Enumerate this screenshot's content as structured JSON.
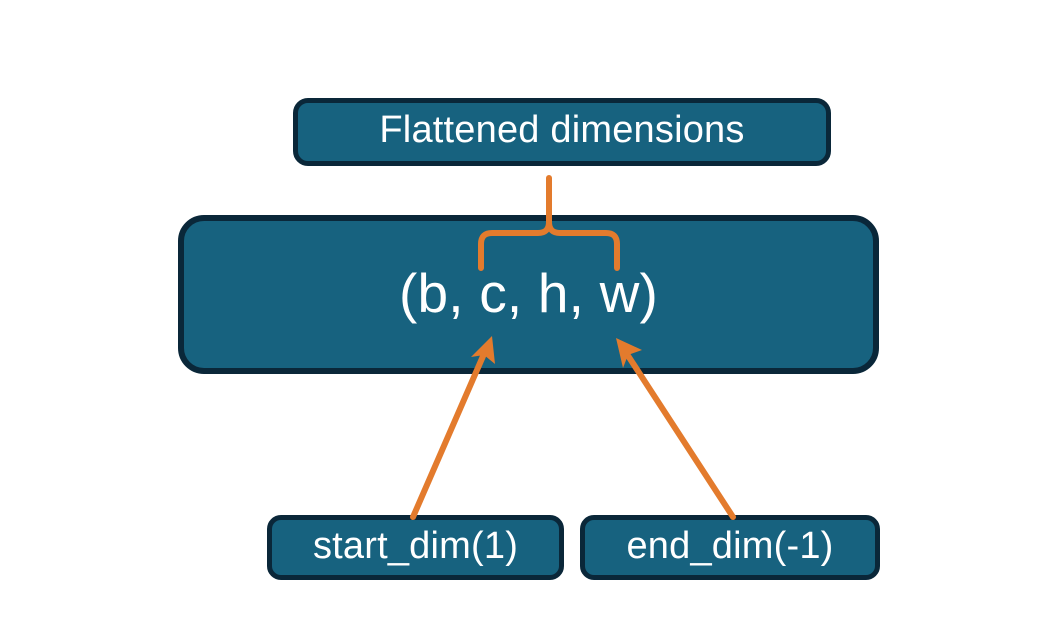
{
  "diagram": {
    "title_node": {
      "id": "flattened-dimensions",
      "label": "Flattened dimensions"
    },
    "shape_node": {
      "id": "tensor-shape",
      "label": "(b, c, h, w)"
    },
    "param_nodes": [
      {
        "id": "start-dim",
        "label": "start_dim(1)"
      },
      {
        "id": "end-dim",
        "label": "end_dim(-1)"
      }
    ],
    "connectors": [
      {
        "name": "brace-to-flattened",
        "type": "curly-brace",
        "from": "tensor-shape",
        "to": "flattened-dimensions",
        "spans_tokens": "c, h, w"
      },
      {
        "name": "start-dim-arrow",
        "type": "arrow",
        "from": "start-dim",
        "to": "tensor-shape"
      },
      {
        "name": "end-dim-arrow",
        "type": "arrow",
        "from": "end-dim",
        "to": "tensor-shape"
      }
    ],
    "colors": {
      "node_fill": "#17627f",
      "node_border": "#0a2739",
      "node_text": "#ffffff",
      "connector": "#e37b2d",
      "background": "#ffffff"
    }
  }
}
